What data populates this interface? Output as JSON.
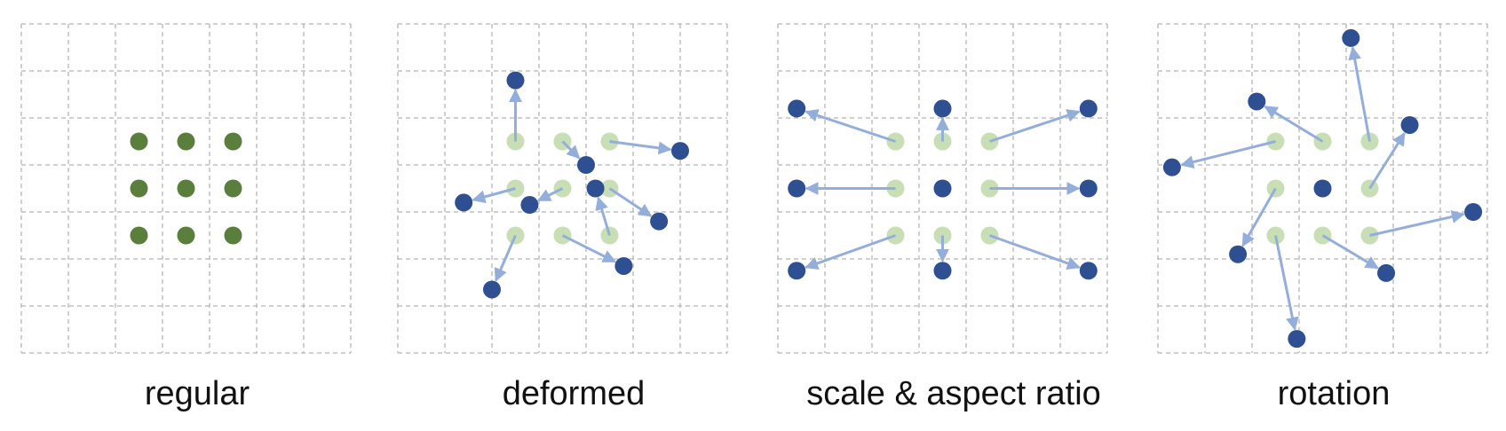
{
  "colors": {
    "grid": "#b5b5b5",
    "regular_dot": "#5a7f3c",
    "sampling_dot": "#c8dfb6",
    "offset_dot": "#2f4f93",
    "arrow": "#94aedc"
  },
  "panels": [
    {
      "caption": "regular",
      "dots": [
        [
          -1,
          -1
        ],
        [
          0,
          -1
        ],
        [
          1,
          -1
        ],
        [
          -1,
          0
        ],
        [
          0,
          0
        ],
        [
          1,
          0
        ],
        [
          -1,
          1
        ],
        [
          0,
          1
        ],
        [
          1,
          1
        ]
      ],
      "arrows": []
    },
    {
      "caption": "deformed",
      "dots": [],
      "arrows": [
        {
          "from": [
            -1,
            -1
          ],
          "to": [
            -1,
            -2.3
          ]
        },
        {
          "from": [
            0,
            -1
          ],
          "to": [
            0.5,
            -0.5
          ]
        },
        {
          "from": [
            1,
            -1
          ],
          "to": [
            2.5,
            -0.8
          ]
        },
        {
          "from": [
            -1,
            0
          ],
          "to": [
            -2.1,
            0.3
          ]
        },
        {
          "from": [
            0,
            0
          ],
          "to": [
            -0.7,
            0.35
          ]
        },
        {
          "from": [
            1,
            0
          ],
          "to": [
            2.05,
            0.7
          ]
        },
        {
          "from": [
            -1,
            1
          ],
          "to": [
            -1.5,
            2.15
          ]
        },
        {
          "from": [
            0,
            1
          ],
          "to": [
            1.3,
            1.65
          ]
        },
        {
          "from": [
            1,
            1
          ],
          "to": [
            0.7,
            0.0
          ]
        }
      ],
      "extra_dots": []
    },
    {
      "caption": "scale & aspect ratio",
      "dots": [],
      "arrows": [
        {
          "from": [
            -1,
            -1
          ],
          "to": [
            -3.1,
            -1.7
          ]
        },
        {
          "from": [
            0,
            -1
          ],
          "to": [
            0,
            -1.7
          ]
        },
        {
          "from": [
            1,
            -1
          ],
          "to": [
            3.1,
            -1.7
          ]
        },
        {
          "from": [
            -1,
            0
          ],
          "to": [
            -3.1,
            0
          ]
        },
        {
          "from": [
            1,
            0
          ],
          "to": [
            3.1,
            0
          ]
        },
        {
          "from": [
            -1,
            1
          ],
          "to": [
            -3.1,
            1.75
          ]
        },
        {
          "from": [
            0,
            1
          ],
          "to": [
            0,
            1.75
          ]
        },
        {
          "from": [
            1,
            1
          ],
          "to": [
            3.1,
            1.75
          ]
        }
      ],
      "extra_dots": [
        [
          0,
          0
        ]
      ]
    },
    {
      "caption": "rotation",
      "dots": [],
      "arrows": [
        {
          "from": [
            1,
            -1
          ],
          "to": [
            0.6,
            -3.2
          ]
        },
        {
          "from": [
            0,
            -1
          ],
          "to": [
            -1.4,
            -1.85
          ]
        },
        {
          "from": [
            -1,
            -1
          ],
          "to": [
            -3.2,
            -0.45
          ]
        },
        {
          "from": [
            1,
            0
          ],
          "to": [
            1.85,
            -1.35
          ]
        },
        {
          "from": [
            -1,
            0
          ],
          "to": [
            -1.8,
            1.4
          ]
        },
        {
          "from": [
            1,
            1
          ],
          "to": [
            3.2,
            0.5
          ]
        },
        {
          "from": [
            0,
            1
          ],
          "to": [
            1.35,
            1.8
          ]
        },
        {
          "from": [
            -1,
            1
          ],
          "to": [
            -0.55,
            3.2
          ]
        }
      ],
      "extra_dots": [
        [
          0,
          0
        ]
      ]
    }
  ]
}
